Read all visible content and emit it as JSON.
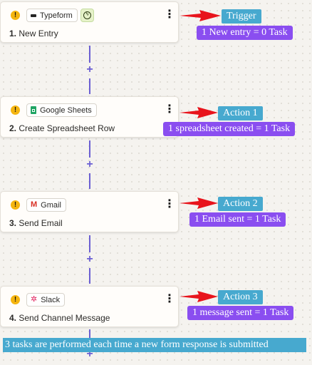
{
  "steps": [
    {
      "app": "Typeform",
      "icon": "typeform-icon",
      "number": "1.",
      "title": "New Entry",
      "trigger_test": true
    },
    {
      "app": "Google Sheets",
      "icon": "google-sheets-icon",
      "number": "2.",
      "title": "Create Spreadsheet Row"
    },
    {
      "app": "Gmail",
      "icon": "gmail-icon",
      "number": "3.",
      "title": "Send Email"
    },
    {
      "app": "Slack",
      "icon": "slack-icon",
      "number": "4.",
      "title": "Send Channel Message"
    }
  ],
  "glyphs": {
    "warning": "!",
    "more": "⋮",
    "add": "+"
  },
  "annotations": [
    {
      "label": "Trigger",
      "note": "1 New entry = 0 Task"
    },
    {
      "label": "Action 1",
      "note": "1 spreadsheet created = 1 Task"
    },
    {
      "label": "Action 2",
      "note": "1 Email sent = 1 Task"
    },
    {
      "label": "Action 3",
      "note": "1 message sent = 1 Task"
    }
  ],
  "summary": "3 tasks are performed each time a new form response is submitted",
  "colors": {
    "connector": "#6b5fd3",
    "label_bg": "#47a9cf",
    "note_bg": "#8a4ef0",
    "arrow": "#e8141c",
    "warning": "#f5b50f"
  }
}
